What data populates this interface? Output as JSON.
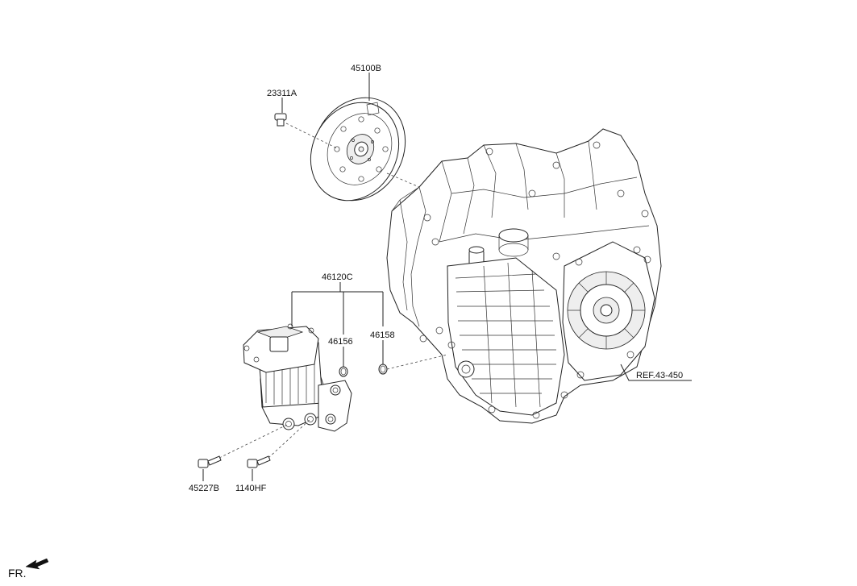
{
  "labels": {
    "flywheel": "45100B",
    "flywheel_bolt": "23311A",
    "pump_assembly": "46120C",
    "o_ring_1": "46156",
    "o_ring_2": "46158",
    "bolt_1": "45227B",
    "bolt_2": "1140HF",
    "reference": "REF.43-450",
    "direction": "FR."
  }
}
